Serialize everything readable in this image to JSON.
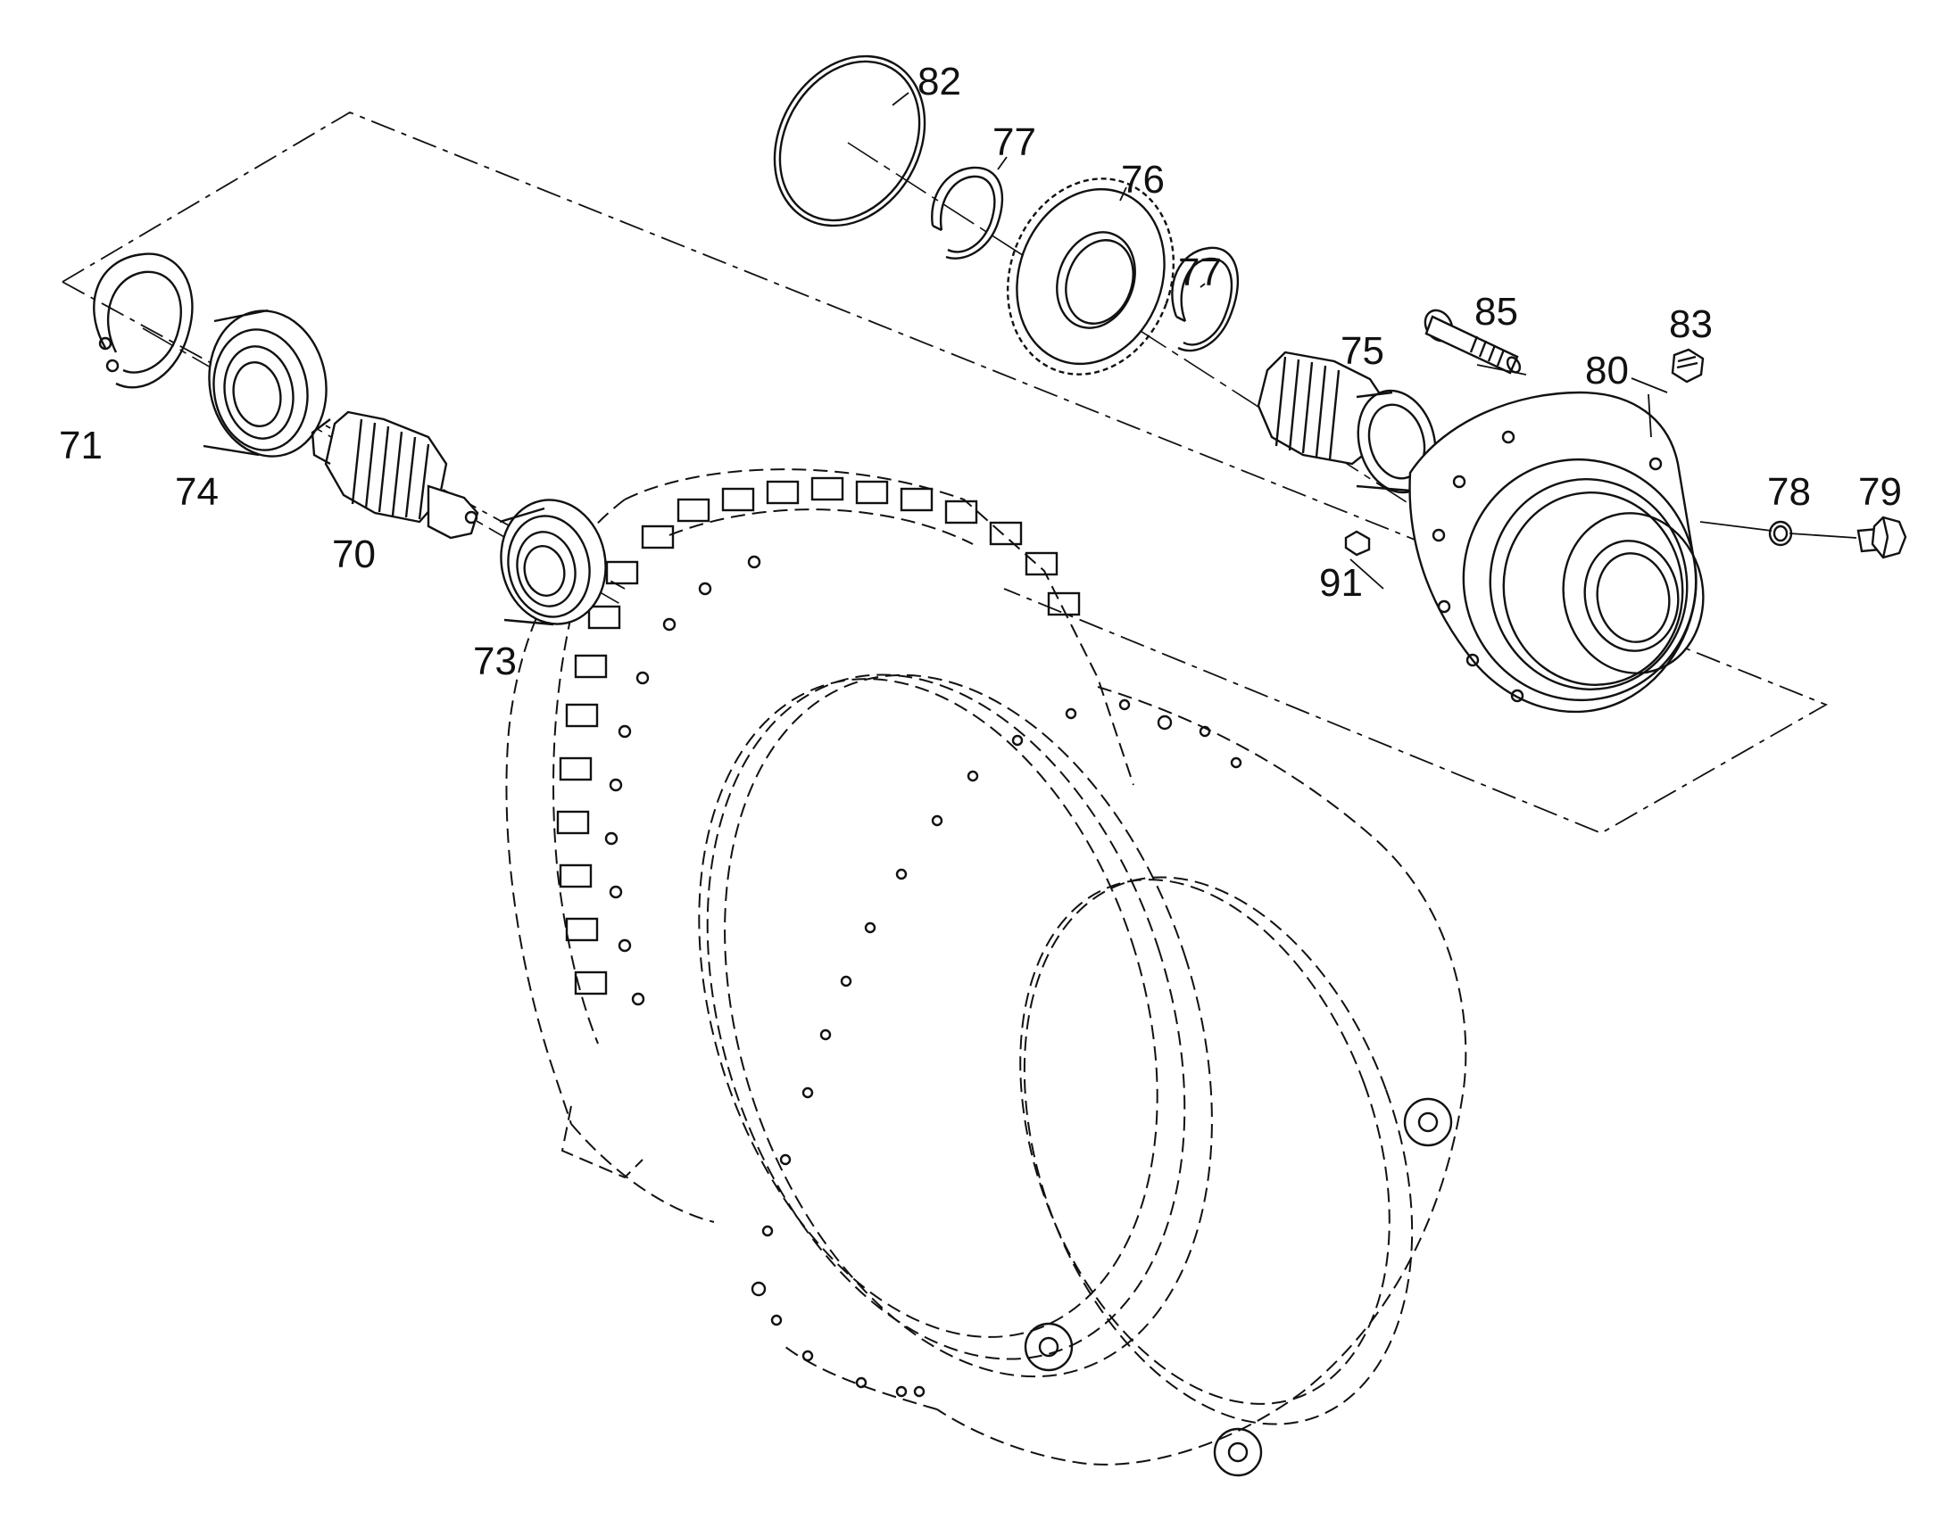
{
  "parts": [
    {
      "id": "71",
      "label": "71"
    },
    {
      "id": "74",
      "label": "74"
    },
    {
      "id": "70",
      "label": "70"
    },
    {
      "id": "73",
      "label": "73"
    },
    {
      "id": "82",
      "label": "82"
    },
    {
      "id": "77a",
      "label": "77"
    },
    {
      "id": "76",
      "label": "76"
    },
    {
      "id": "77b",
      "label": "77"
    },
    {
      "id": "75",
      "label": "75"
    },
    {
      "id": "85",
      "label": "85"
    },
    {
      "id": "83",
      "label": "83"
    },
    {
      "id": "80",
      "label": "80"
    },
    {
      "id": "91",
      "label": "91"
    },
    {
      "id": "78",
      "label": "78"
    },
    {
      "id": "79",
      "label": "79"
    }
  ],
  "colors": {
    "line": "#111111",
    "background": "#ffffff"
  }
}
